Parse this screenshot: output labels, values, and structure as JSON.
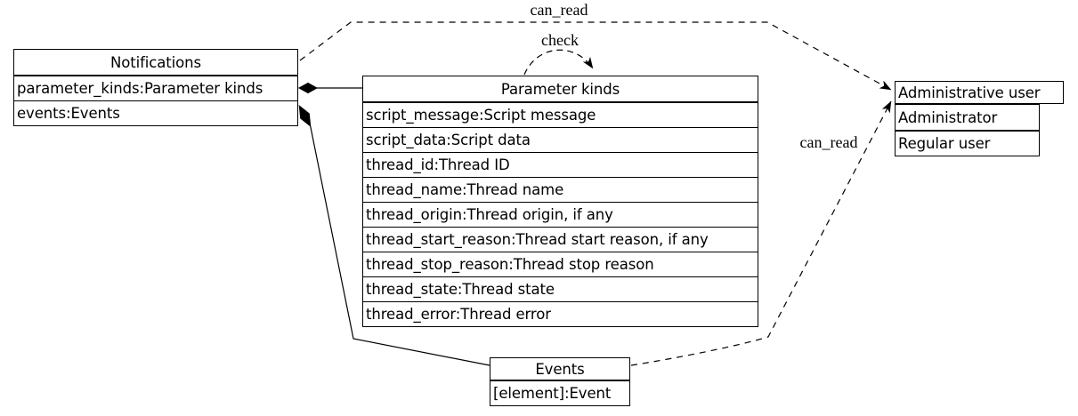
{
  "nodes": {
    "notifications": {
      "title": "Notifications",
      "fields": [
        "parameter_kinds:Parameter kinds",
        "events:Events"
      ]
    },
    "parameter_kinds": {
      "title": "Parameter kinds",
      "fields": [
        "script_message:Script message",
        "script_data:Script data",
        "thread_id:Thread ID",
        "thread_name:Thread name",
        "thread_origin:Thread origin, if any",
        "thread_start_reason:Thread start reason, if any",
        "thread_stop_reason:Thread stop reason",
        "thread_state:Thread state",
        "thread_error:Thread error"
      ]
    },
    "events": {
      "title": "Events",
      "fields": [
        "[element]:Event"
      ]
    },
    "users": [
      "Administrative user",
      "Administrator",
      "Regular user"
    ]
  },
  "relationships": [
    {
      "from": "Notifications",
      "to": "Administrative user",
      "label": "can_read",
      "style": "dashed-arrow"
    },
    {
      "from": "Parameter kinds",
      "to": "Parameter kinds",
      "label": "check",
      "style": "dashed-arrow-self-loop"
    },
    {
      "from": "Events",
      "to": "Administrative user",
      "label": "can_read",
      "style": "dashed-arrow"
    },
    {
      "from": "Notifications.parameter_kinds",
      "to": "Parameter kinds",
      "label": "",
      "style": "solid-composition-diamond"
    },
    {
      "from": "Notifications.events",
      "to": "Events",
      "label": "",
      "style": "solid-composition-diamond"
    }
  ],
  "colors": {
    "background": "#ffffff",
    "line": "#000000",
    "text": "#000000",
    "node_fill": "#ffffff"
  }
}
